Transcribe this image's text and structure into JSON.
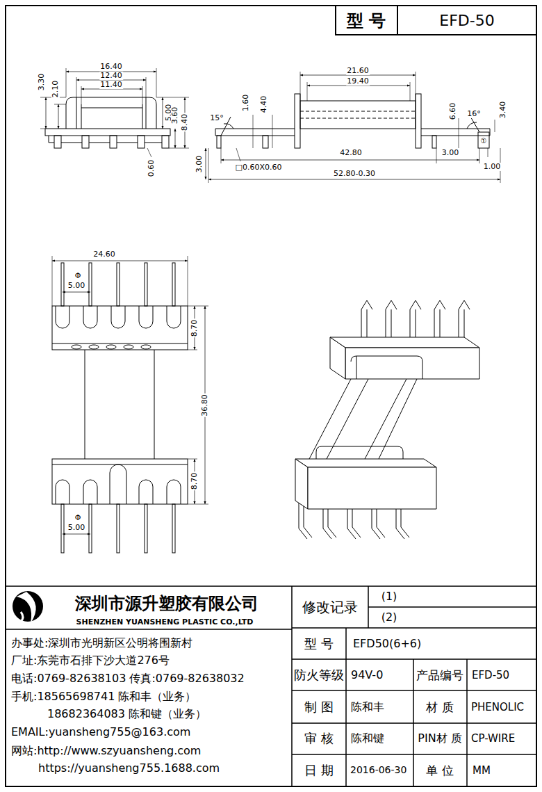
{
  "diagram": {
    "labels": [
      "型 号",
      "EFD-50",
      "16.40",
      "12.40",
      "11.40",
      "3.30",
      "2.10",
      "5.00",
      "3.60",
      "8.40",
      "0.60",
      "21.60",
      "19.40",
      "15°",
      "1.60",
      "4.40",
      "6.60",
      "16°",
      "3.40",
      "42.80",
      "3.00",
      "①",
      "1.00",
      "3.00",
      "□0.60X0.60",
      "52.80-0.30",
      "24.60",
      "Φ",
      "5.00",
      "8.70",
      "36.80",
      "8.70",
      "Φ",
      "5.00",
      "深圳市源升塑胶有限公司",
      "SHENZHEN YUANSHENG PLASTIC CO.,LTD",
      "办事处:深圳市光明新区公明将围新村",
      "厂址:东莞市石排下沙大道276号",
      "电话:0769-82638103 传真:0769-82638032",
      "手机:18565698741 陈和丰（业务）",
      "18682364083 陈和键（业务）",
      "EMAIL:yuansheng755@163.com",
      "网站:http://www.szyuansheng.com",
      "https://yuansheng755.1688.com",
      "修改记录",
      "(1)",
      "(2)",
      "型 号",
      "EFD50(6+6)",
      "防火等级",
      "94V-0",
      "产品编号",
      "EFD-50",
      "制 图",
      "陈和丰",
      "材 质",
      "PHENOLIC",
      "审 核",
      "陈和键",
      "PIN材 质",
      "CP-WIRE",
      "日 期",
      "2016-06-30",
      "单 位",
      "MM"
    ]
  }
}
